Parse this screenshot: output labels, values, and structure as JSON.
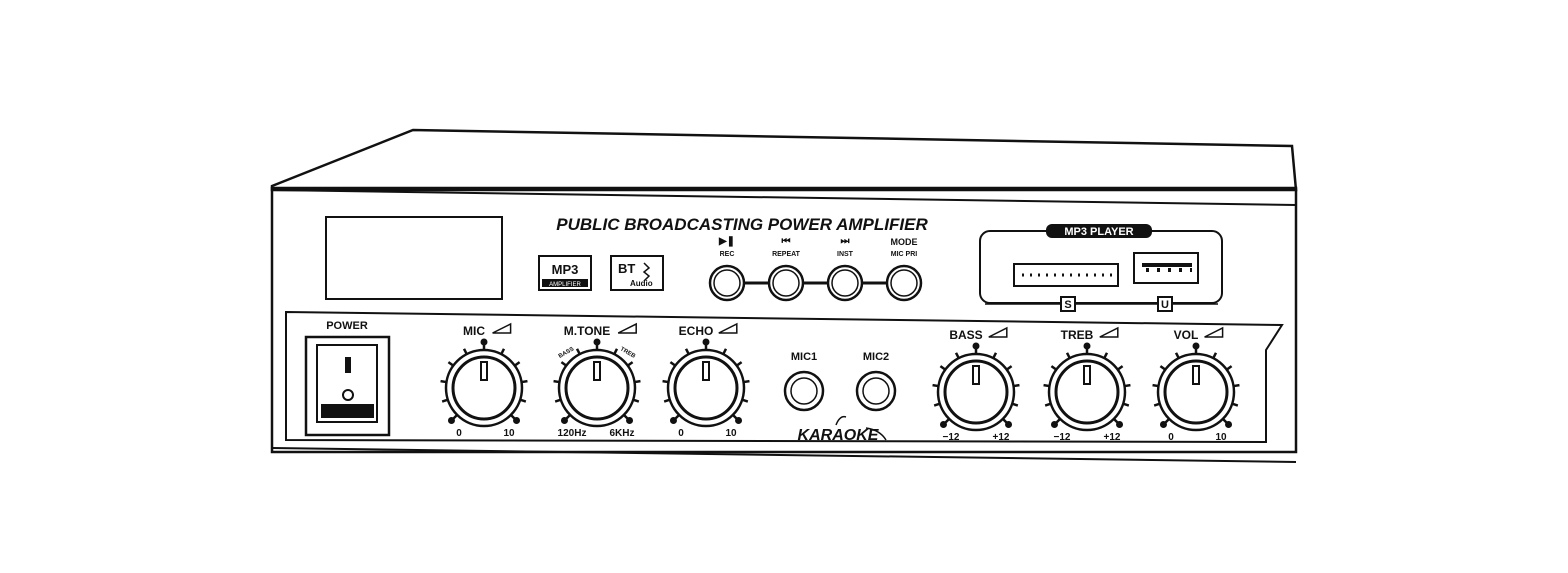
{
  "device": {
    "title": "PUBLIC BROADCASTING POWER AMPLIFIER",
    "mp3_badge": {
      "main": "MP3",
      "sub": "AMPLIFIER"
    },
    "bt_badge": {
      "main": "BT",
      "sub": "Audio"
    },
    "buttons": [
      {
        "icon": "play-pause-icon",
        "label": "REC"
      },
      {
        "icon": "previous-icon",
        "label": "REPEAT"
      },
      {
        "icon": "next-icon",
        "label": "INST"
      },
      {
        "icon": "",
        "top": "MODE",
        "label": "MIC PRI"
      }
    ],
    "mp3_player": {
      "label": "MP3 PLAYER",
      "sd": "S",
      "usb": "U"
    },
    "power": {
      "label": "POWER"
    },
    "knobs": [
      {
        "label": "MIC",
        "min": "0",
        "max": "10"
      },
      {
        "label": "M.TONE",
        "min": "120Hz",
        "max": "6KHz",
        "arc_left": "BASS",
        "arc_right": "TREB"
      },
      {
        "label": "ECHO",
        "min": "0",
        "max": "10"
      },
      {
        "label": "BASS",
        "min": "−12",
        "max": "+12"
      },
      {
        "label": "TREB",
        "min": "−12",
        "max": "+12"
      },
      {
        "label": "VOL",
        "min": "0",
        "max": "10"
      }
    ],
    "mic_jacks": [
      {
        "label": "MIC1"
      },
      {
        "label": "MIC2"
      }
    ],
    "karaoke": "KARAOKE"
  }
}
